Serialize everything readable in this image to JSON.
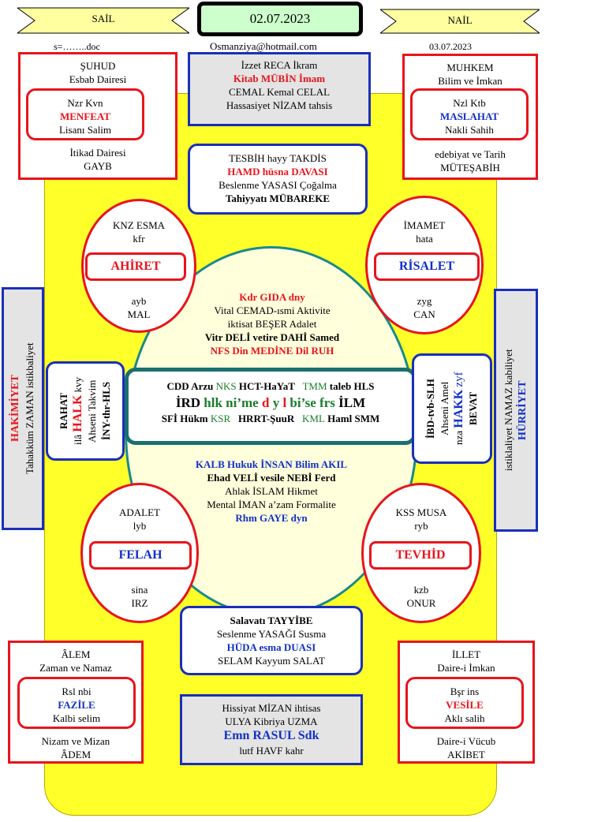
{
  "header": {
    "left_banner": "SAİL",
    "right_banner": "NAİL",
    "date": "02.07.2023",
    "left_sub": "s=……..doc",
    "email": "Osmanziya@hotmail.com",
    "right_sub": "03.07.2023"
  },
  "corner_tl": {
    "outer": [
      "ŞUHUD",
      "Esbab Dairesi",
      "İtikad Dairesi",
      "GAYB"
    ],
    "inner": [
      "Nzr Kvn",
      "MENFEAT",
      "Lisanı Salim"
    ]
  },
  "corner_tr": {
    "outer": [
      "MUHKEM",
      "Bilim ve İmkan",
      "edebiyat ve Tarih",
      "MÜTEŞABİH"
    ],
    "inner": [
      "Nzl Ktb",
      "MASLAHAT",
      "Nakli Sahih"
    ]
  },
  "corner_bl": {
    "outer": [
      "ÂLEM",
      "Zaman ve Namaz",
      "Nizam ve Mizan",
      "ÂDEM"
    ],
    "inner": [
      "Rsl nbi",
      "FAZİLE",
      "Kalbi selim"
    ]
  },
  "corner_br": {
    "outer": [
      "İLLET",
      "Daire-i İmkan",
      "Daire-i Vücub",
      "AKİBET"
    ],
    "inner": [
      "Bşr ins",
      "VESİLE",
      "Aklı salih"
    ]
  },
  "top_box1": [
    "İzzet RECA İkram",
    "Kitab MÜBİN İmam",
    "CEMAL Kemal CELAL",
    "Hassasiyet NİZAM tahsis"
  ],
  "top_box2": [
    "TESBİH hayy TAKDİS",
    "HAMD hüsna DAVASI",
    "Beslenme YASASI Çoğalma",
    "Tahiyyatı MÜBAREKE"
  ],
  "bottom_box1": [
    "Salavatı TAYYİBE",
    "Seslenme YASAĞI Susma",
    "HÜDA esma DUASI",
    "SELAM Kayyum SALAT"
  ],
  "bottom_box2": [
    "Hissiyat MİZAN ihtisas",
    "ULYA Kibriya UZMA",
    "Emn RASUL Sdk",
    "lutf HAVF kahr"
  ],
  "ellipse_tl": {
    "top": [
      "KNZ ESMA",
      "kfr"
    ],
    "label": "AHİRET",
    "bottom": [
      "ayb",
      "MAL"
    ]
  },
  "ellipse_tr": {
    "top": [
      "İMAMET",
      "hata"
    ],
    "label": "RİSALET",
    "bottom": [
      "zyg",
      "CAN"
    ]
  },
  "ellipse_bl": {
    "top": [
      "ADALET",
      "lyb"
    ],
    "label": "FELAH",
    "bottom": [
      "sina",
      "IRZ"
    ]
  },
  "ellipse_br": {
    "top": [
      "KSS MUSA",
      "ryb"
    ],
    "label": "TEVHİD",
    "bottom": [
      "kzb",
      "ONUR"
    ]
  },
  "center_top": [
    "Kdr GIDA dny",
    "Vital CEMAD-ısmi Aktivite",
    "iktisat BEŞER Adalet",
    "Vitr DELİ vetire DAHİ Samed",
    "NFS Din  MEDİNE  Dil RUH"
  ],
  "center_bottom": [
    "KALB Hukuk İNSAN Bilim AKIL",
    "Ehad VELİ vesile NEBİ Ferd",
    "Ahlak İSLAM Hikmet",
    "Mental İMAN a’zam Formalite",
    "Rhm GAYE dyn"
  ],
  "center_band": {
    "row1": {
      "a": "CDD Arzu",
      "b": "NKS",
      "c": "HCT-HaYaT",
      "d": "TMM",
      "e": "taleb HLS"
    },
    "row2": {
      "a": "İRD",
      "b": "hlk",
      "c": "ni’me",
      "d": "d",
      "e": "y",
      "f": "l",
      "g": "bi’se",
      "h": "frs",
      "i": "İLM"
    },
    "row3": {
      "a": "SFİ Hükm",
      "b": "KSR",
      "c": "HRRT-ŞuuR",
      "d": "KML",
      "e": "Haml SMM"
    }
  },
  "left_side": {
    "title": "HAKİMİYET",
    "sub": "Tahakküm ZAMAN istikbaliyet"
  },
  "right_side": {
    "title": "HÜRRİYET",
    "sub": "istiklaliyet NAMAZ kabiliyet"
  },
  "left_inner": {
    "l1": "RAHAT",
    "l2a": "ilâ",
    "l2b": "HALK",
    "l2c": "kvy",
    "l3": "Ahseni Takvim",
    "l4": "İNY-thr-HLS"
  },
  "right_inner": {
    "l1": "İBD-tvb-SLH",
    "l2": "Ahseni Amel",
    "l3a": "nza",
    "l3b": "HAKK",
    "l3c": "zyf",
    "l4": "BEVAT"
  }
}
